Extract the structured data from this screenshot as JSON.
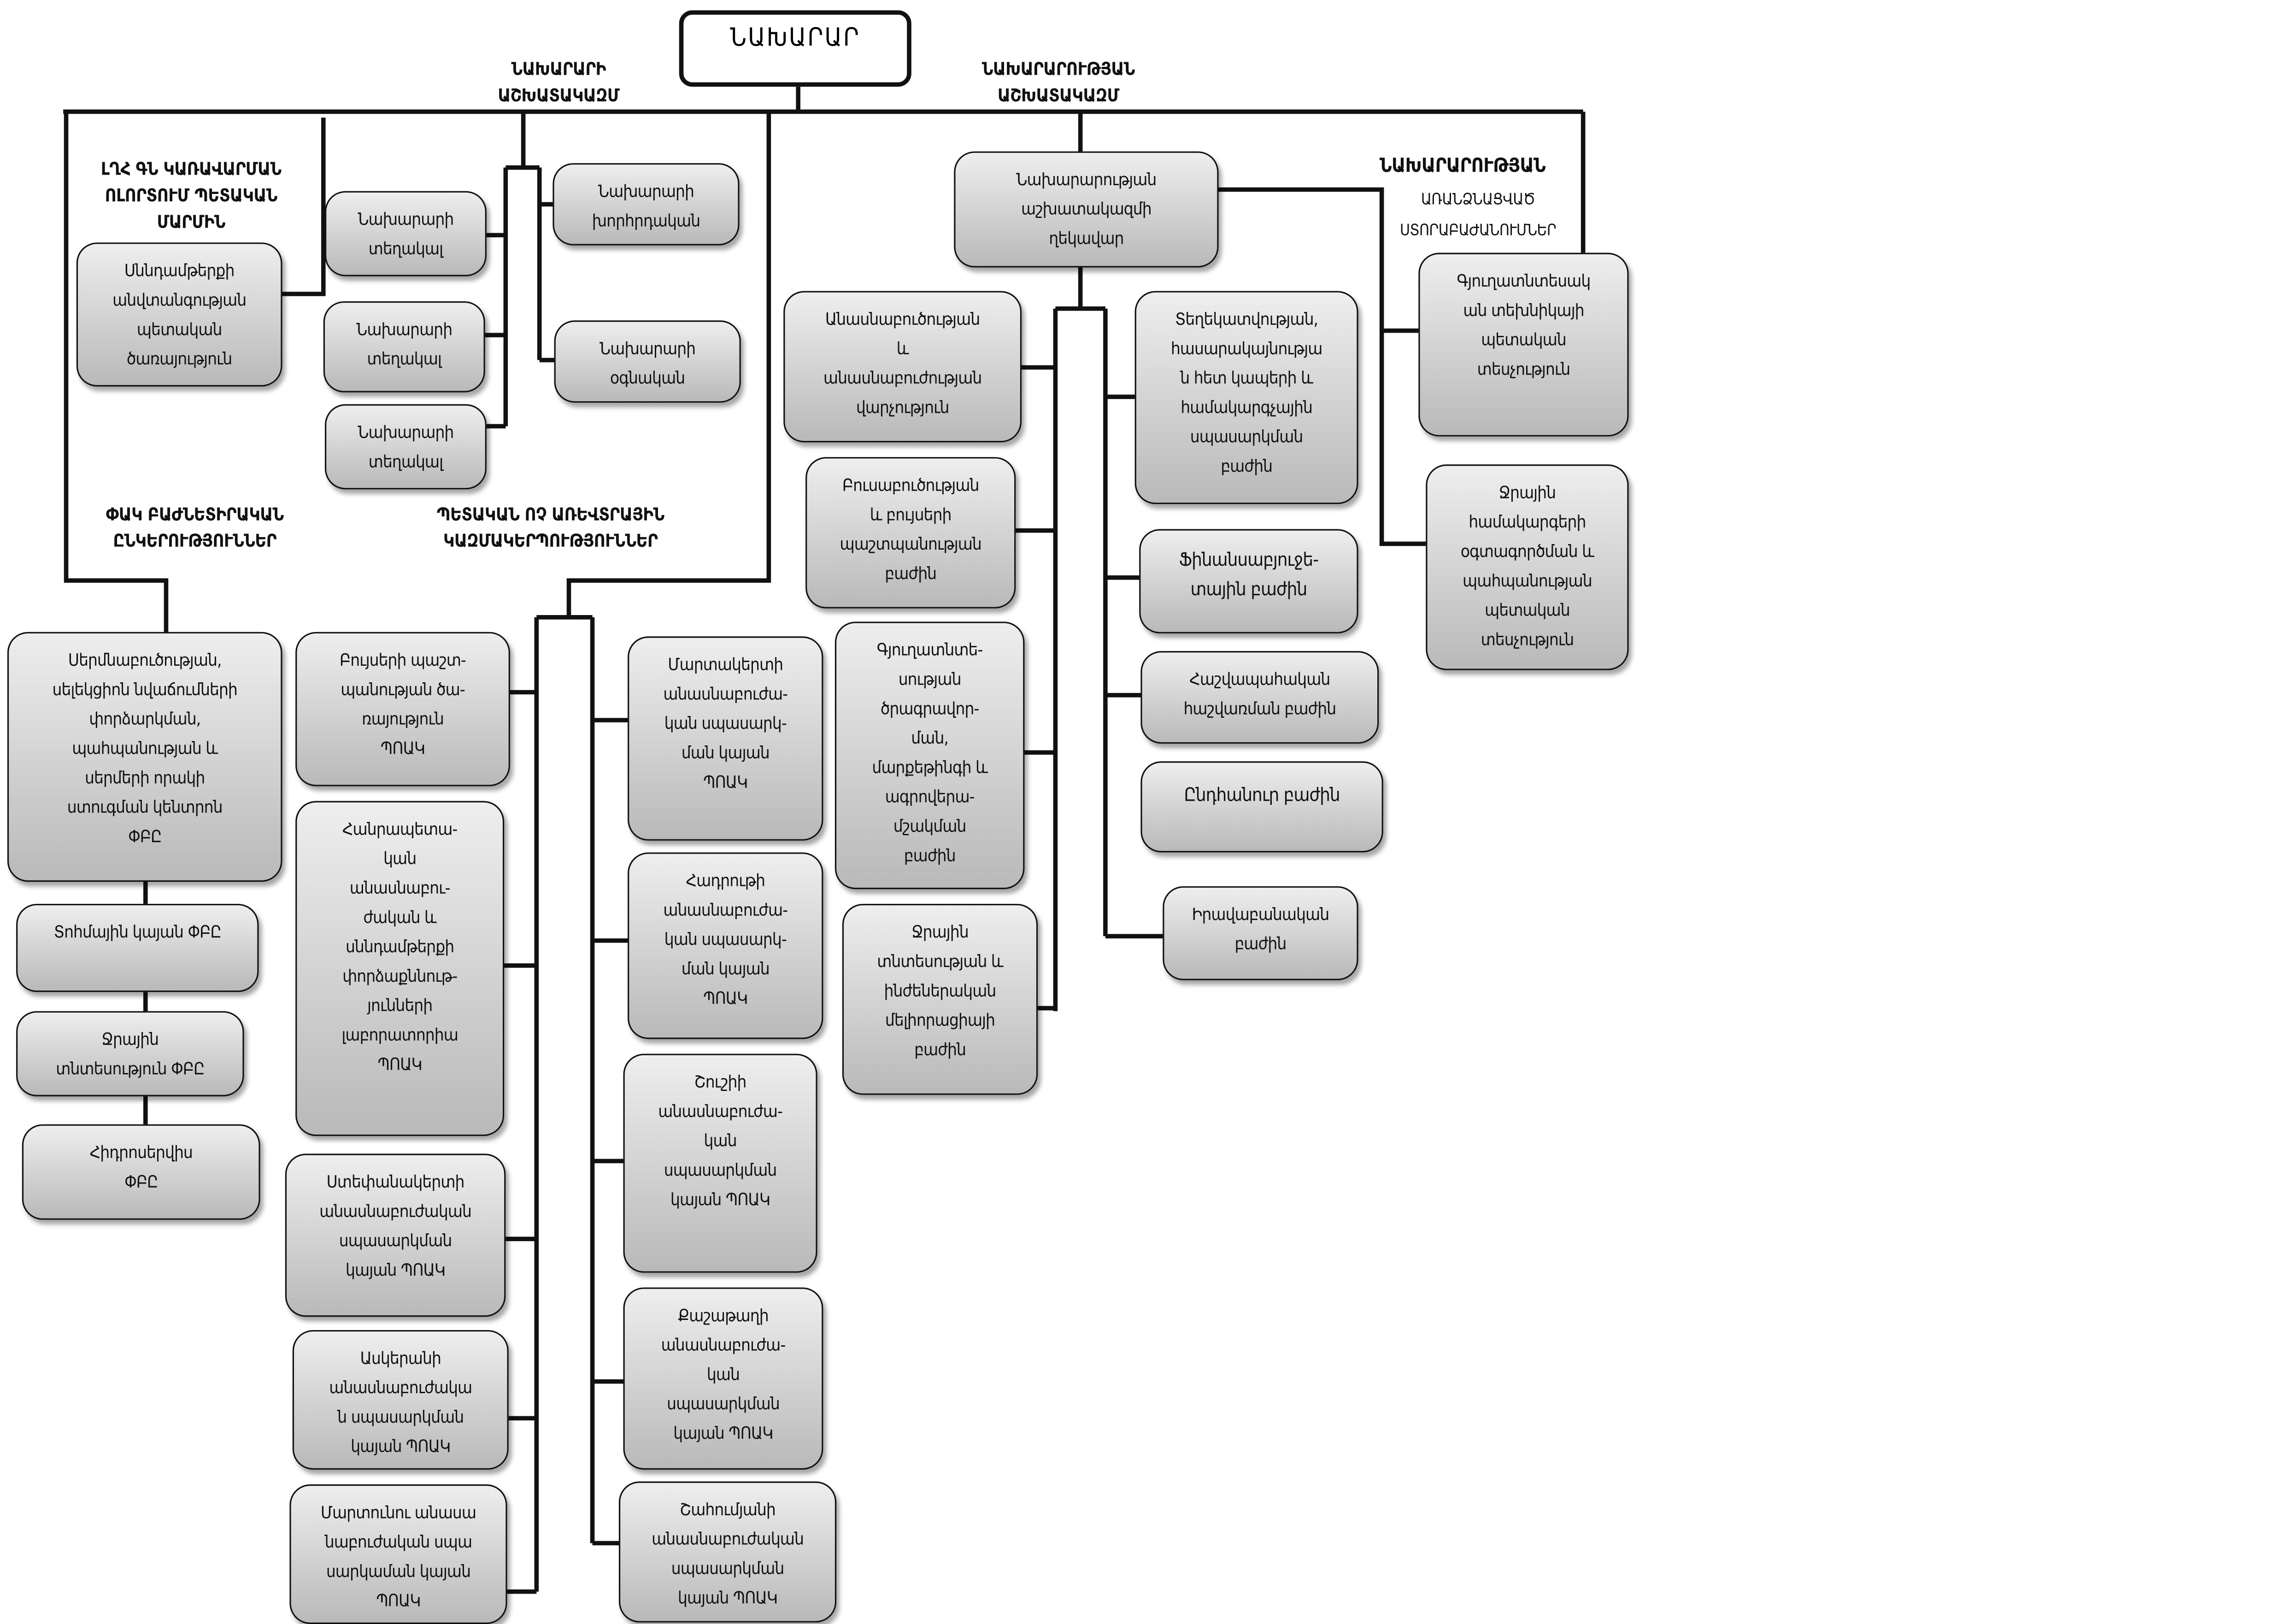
{
  "minister": "ՆԱԽԱՐԱՐ",
  "labels": {
    "minister_staff": "ՆԱԽԱՐԱՐԻ\nԱՇԽԱՏԱԿԱԶՄ",
    "ministry_staff": "ՆԱԽԱՐԱՐՈՒԹՅԱՆ\nԱՇԽԱՏԱԿԱԶՄ",
    "state_body": "ԼՂՀ ԳՆ ԿԱՌԱՎԱՐՄԱՆ\nՈԼՈՐՏՈՒՄ ՊԵՏԱԿԱՆ\nՄԱՐՄԻՆ",
    "cjsc": "ՓԱԿ ԲԱԺՆԵՏԻՐԱԿԱՆ\nԸՆԿԵՐՈՒԹՅՈՒՆՆԵՐ",
    "snco": "ՊԵՏԱԿԱՆ ՈՉ ԱՌԵՎՏՐԱՅԻՆ\nԿԱԶՄԱԿԵՐՊՈՒԹՅՈՒՆՆԵՐ",
    "separate_title": "ՆԱԽԱՐԱՐՈՒԹՅԱՆ",
    "separate_sub": "ԱՌԱՆՁՆԱՑՎԱԾ\nՍՏՈՐԱԲԱԺԱՆՈՒՄՆԵՐ"
  },
  "state_body_box": "Սննդամթերքի\nանվտանգության\nպետական\nծառայություն",
  "minister_staff": {
    "deputies": [
      "Նախարարի\nտեղակալ",
      "Նախարարի\nտեղակալ",
      "Նախարարի\nտեղակալ"
    ],
    "adviser": "Նախարարի\nխորհրդական",
    "assistant": "Նախարարի\nօգնական"
  },
  "cjsc_boxes": [
    "Սերմնաբուծության,\nսելեկցիոն նվաճումների\nփորձարկման,\nպահպանության և\nսերմերի որակի\nստուգման կենտրոն\nՓԲԸ",
    "Տոհմային կայան ՓԲԸ",
    "Ջրային\nտնտեսություն ՓԲԸ",
    "Հիդրոսերվիս\nՓԲԸ"
  ],
  "snco_left": [
    "Բույսերի պաշտ-\nպանության ծա-\nռայություն\nՊՈԱԿ",
    "Հանրապետա-\nկան\nանասնաբու-\nժական և\nսննդամթերքի\nփորձաքննութ-\nյունների\nլաբորատորիա\nՊՈԱԿ",
    "Ստեփանակերտի\nանասնաբուժական\nսպասարկման\nկայան ՊՈԱԿ",
    "Ասկերանի\nանասնաբուժակա\nն սպասարկման\nկայան ՊՈԱԿ",
    "Մարտունու անասա\nնաբուժական սպա\nսարկաման կայան\nՊՈԱԿ"
  ],
  "snco_right": [
    "Մարտակերտի\nանասնաբուժա-\nկան սպասարկ-\nման կայան\nՊՈԱԿ",
    "Հադրութի\nանասնաբուժա-\nկան սպասարկ-\nման կայան\nՊՈԱԿ",
    "Շուշիի\nանասնաբուժա-\nկան\nսպասարկման\nկայան ՊՈԱԿ",
    "Քաշաթաղի\nանասնաբուժա-\nկան\nսպասարկման\nկայան ՊՈԱԿ",
    "Շահումյանի\nանասնաբուժական\nսպասարկման\nկայան ՊՈԱԿ"
  ],
  "apparatus_head": "Նախարարության\nաշխատակազմի\nղեկավար",
  "departments_left": [
    "Անասնաբուծության\nև\nանասնաբուժության\nվարչություն",
    "Բուսաբուծության\nև բույսերի\nպաշտպանության\nբաժին",
    "Գյուղատնտե-\nսության\nծրագրավոր-\nման,\nմարքեթինգի և\nագրովերա-\nմշակման\nբաժին",
    "Ջրային\nտնտեսության և\nինժեներական\nմելիորացիայի\nբաժին"
  ],
  "departments_right": [
    "Տեղեկատվության,\nհասարակայնությա\nն հետ կապերի և\nհամակարգչային\nսպասարկման\nբաժին",
    "Ֆինանսաբյուջե-\nտային բաժին",
    "Հաշվապահական\nհաշվառման բաժին",
    "Ընդհանուր բաժին",
    "Իրավաբանական\nբաժին"
  ],
  "separate_units": [
    "Գյուղատնտեսակ\nան տեխնիկայի\nպետական\nտեսչություն",
    "Ջրային\nհամակարգերի\nօգտագործման և\nպահպանության\nպետական\nտեսչություն"
  ]
}
